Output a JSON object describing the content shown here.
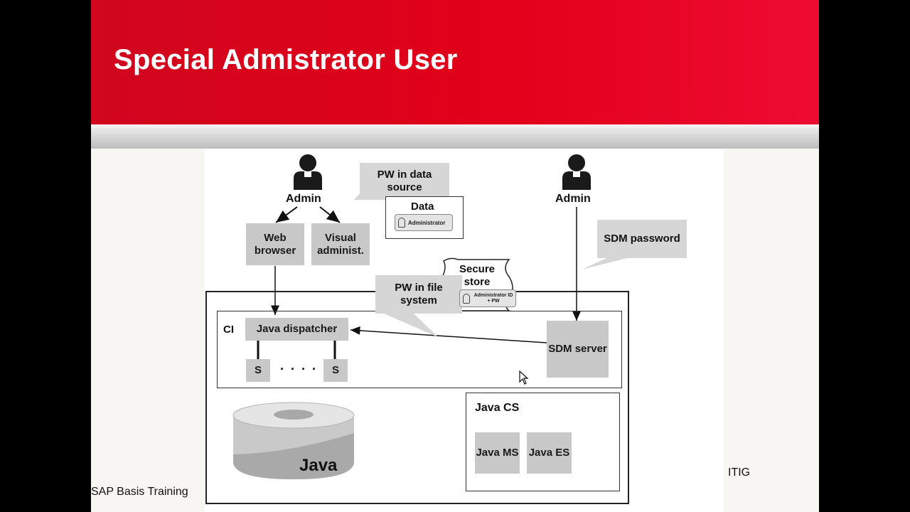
{
  "slide": {
    "title": "Special Admistrator User",
    "footer_left": "SAP Basis Training",
    "footer_right": "ITIG"
  },
  "diagram": {
    "admin_left": "Admin",
    "admin_right": "Admin",
    "callout_pw_data": "PW in data source",
    "data_box_title": "Data",
    "data_badge": "Administrator",
    "web_browser": "Web browser",
    "visual_admin": "Visual administ.",
    "callout_sdm_password": "SDM password",
    "secure_store": "Secure store",
    "secure_badge": "Administrator ID + PW",
    "callout_pw_file": "PW in file system",
    "ci_label": "CI",
    "java_dispatcher": "Java dispatcher",
    "server_s1": "S",
    "server_dots": "· · · ·",
    "server_s2": "S",
    "sdm_server": "SDM server",
    "java_db": "Java",
    "java_cs": "Java CS",
    "java_ms": "Java MS",
    "java_es": "Java ES"
  }
}
